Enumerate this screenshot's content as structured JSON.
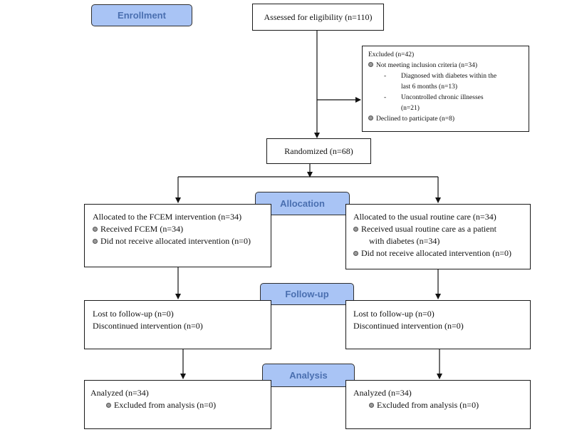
{
  "stages": {
    "enrollment": "Enrollment",
    "allocation": "Allocation",
    "followup": "Follow-up",
    "analysis": "Analysis"
  },
  "assessed": "Assessed for eligibility (n=110)",
  "excluded": {
    "title": "Excluded (n=42)",
    "not_meeting": "Not meeting inclusion criteria (n=34)",
    "sub1_line1": "Diagnosed with diabetes within the",
    "sub1_line2": "last 6 months (n=13)",
    "sub2_line1": "Uncontrolled chronic illnesses",
    "sub2_line2": "(n=21)",
    "declined": "Declined to participate (n=8)",
    "dash": "-"
  },
  "randomized": "Randomized (n=68)",
  "left": {
    "allocated": "Allocated to the FCEM intervention (n=34)",
    "received": "Received FCEM (n=34)",
    "not_received": "Did not receive allocated intervention (n=0)",
    "lost": "Lost to follow-up (n=0)",
    "discontinued": "Discontinued intervention (n=0)",
    "analyzed": "Analyzed (n=34)",
    "excluded_analysis": "Excluded from analysis (n=0)"
  },
  "right": {
    "allocated": "Allocated to the usual routine care (n=34)",
    "received_line1": "Received usual routine care as a patient",
    "received_line2": "with diabetes (n=34)",
    "not_received": "Did not receive allocated intervention (n=0)",
    "lost": "Lost to follow-up (n=0)",
    "discontinued": "Discontinued intervention (n=0)",
    "analyzed": "Analyzed (n=34)",
    "excluded_analysis": "Excluded from analysis (n=0)"
  }
}
